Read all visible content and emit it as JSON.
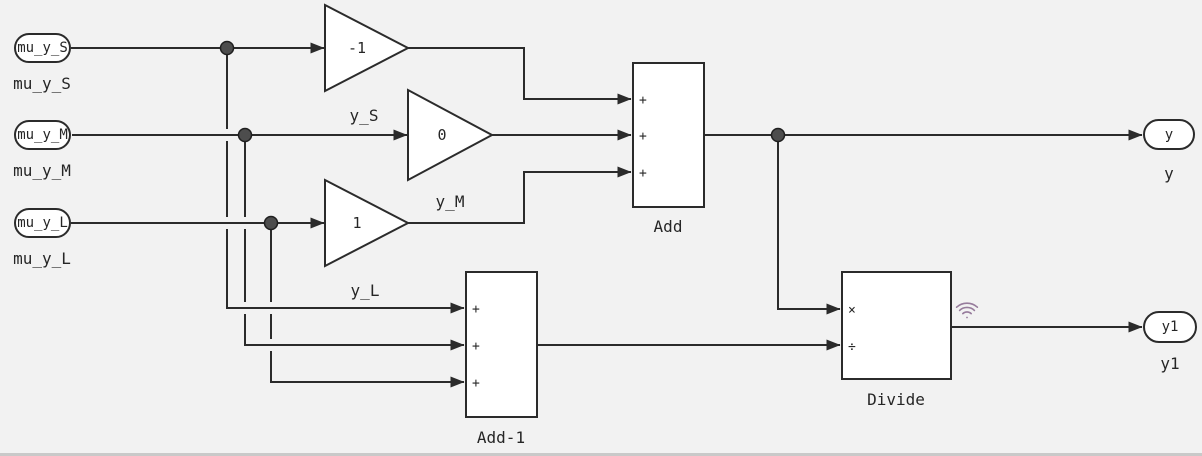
{
  "diagram": {
    "inports": [
      {
        "text": "mu_y_S",
        "label": "mu_y_S"
      },
      {
        "text": "mu_y_M",
        "label": "mu_y_M"
      },
      {
        "text": "mu_y_L",
        "label": "mu_y_L"
      }
    ],
    "gains": [
      {
        "value": "-1"
      },
      {
        "value": "0"
      },
      {
        "value": "1"
      }
    ],
    "signal_labels": [
      {
        "text": "y_S"
      },
      {
        "text": "y_M"
      },
      {
        "text": "y_L"
      }
    ],
    "sum_blocks": [
      {
        "label": "Add",
        "signs": [
          "+",
          "+",
          "+"
        ]
      },
      {
        "label": "Add-1",
        "signs": [
          "+",
          "+",
          "+"
        ]
      }
    ],
    "divide_block": {
      "label": "Divide",
      "numerator_sign": "×",
      "denominator_sign": "÷"
    },
    "outports": [
      {
        "text": "y",
        "label": "y"
      },
      {
        "text": "y1",
        "label": "y1"
      }
    ],
    "icons": {
      "signal_logging": "wifi-arcs-icon"
    },
    "colors": {
      "background": "#f2f2f2",
      "line": "#2b2b2b",
      "block_fill": "#ffffff",
      "junction_fill": "#4d4d4d",
      "logging_badge": "#977c9c"
    }
  }
}
